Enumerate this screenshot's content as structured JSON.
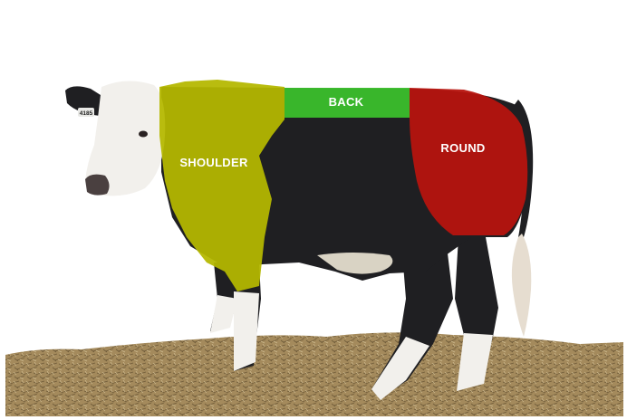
{
  "regions": [
    {
      "label": "SHOULDER",
      "color": "#b5b800"
    },
    {
      "label": "BACK",
      "color": "#3bbf2c"
    },
    {
      "label": "ROUND",
      "color": "#b8140e"
    }
  ],
  "ear_tag": {
    "text": "4185"
  },
  "colors": {
    "background": "#ffffff",
    "ground": "#a98f62",
    "hide_black": "#1f1f22",
    "hide_white": "#f2f0ec"
  }
}
